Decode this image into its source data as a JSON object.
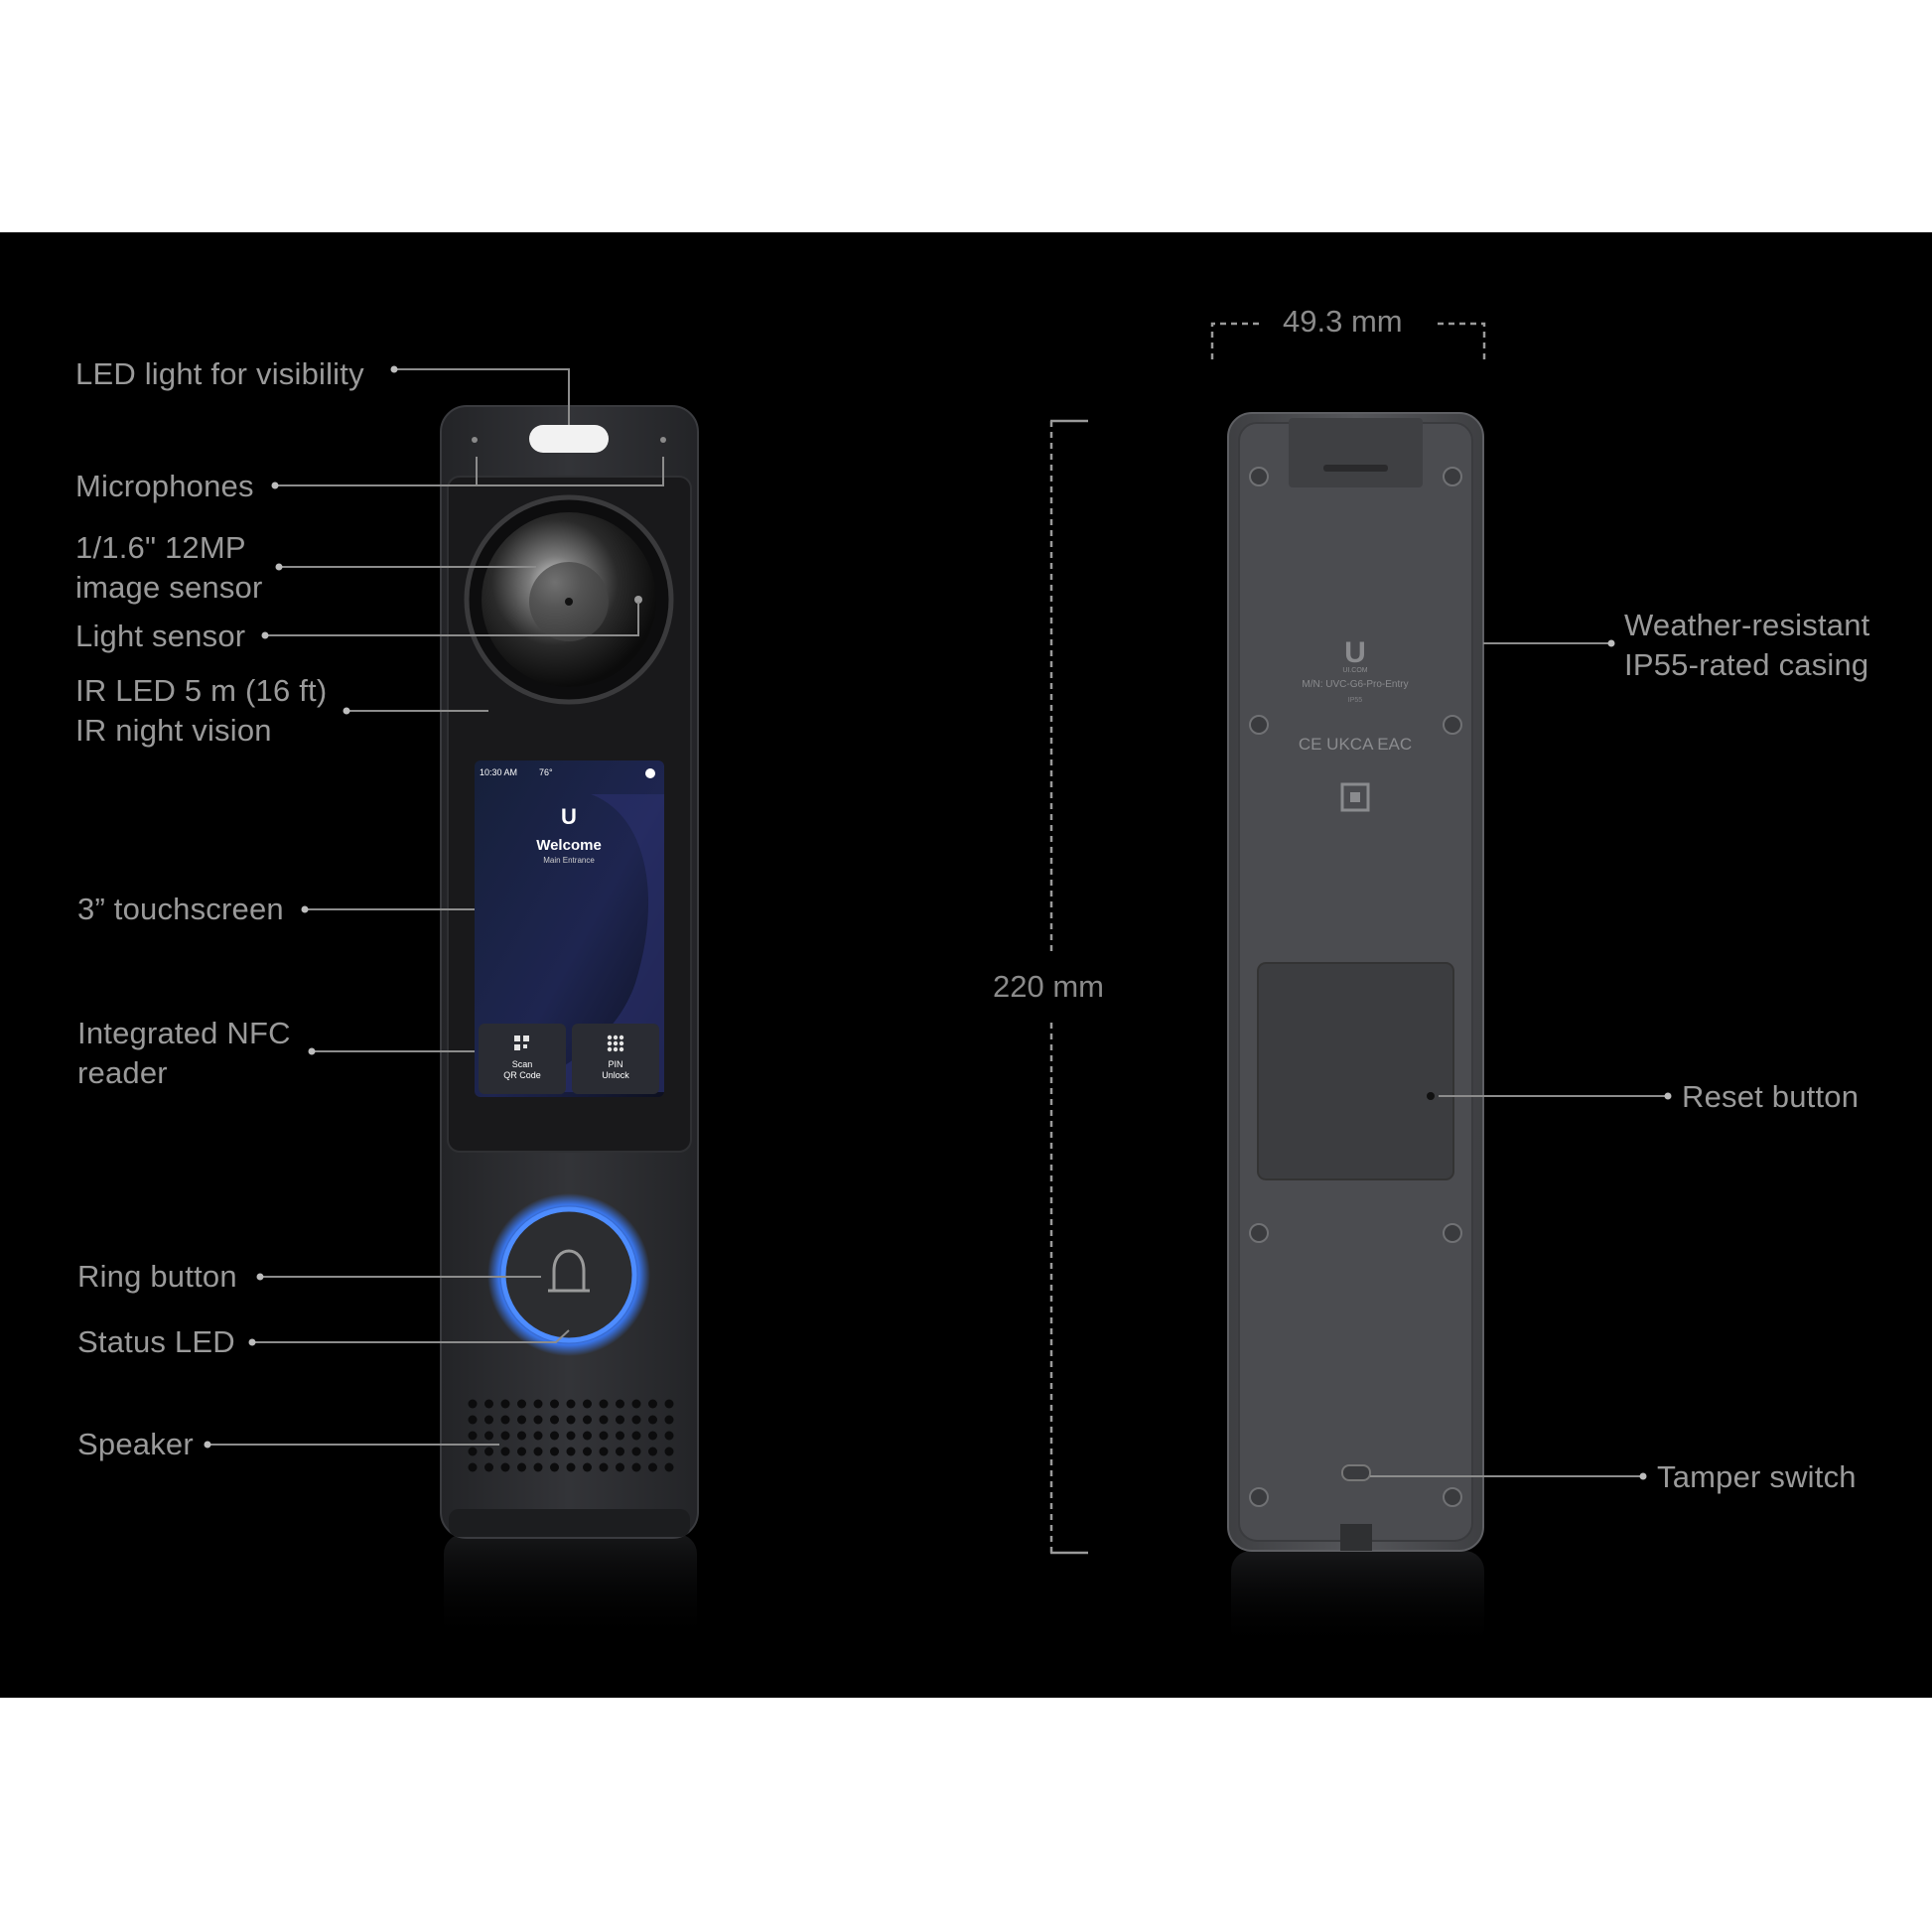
{
  "colors": {
    "background": "#000000",
    "page": "#ffffff",
    "label_text": "#9a9a9a",
    "leader_line": "#8c8c8c",
    "device_front": "#2a2b2e",
    "device_back": "#4a4b4e",
    "ring_led": "#3b7dff"
  },
  "front_labels": [
    {
      "id": "led-light",
      "text": "LED light for visibility"
    },
    {
      "id": "microphones",
      "text": "Microphones"
    },
    {
      "id": "image-sensor",
      "text": "1/1.6\" 12MP\nimage sensor"
    },
    {
      "id": "light-sensor",
      "text": "Light sensor"
    },
    {
      "id": "ir-led",
      "text": "IR LED 5 m (16 ft)\nIR night vision"
    },
    {
      "id": "touchscreen",
      "text": "3” touchscreen"
    },
    {
      "id": "nfc-reader",
      "text": "Integrated NFC\nreader"
    },
    {
      "id": "ring-button",
      "text": "Ring button"
    },
    {
      "id": "status-led",
      "text": "Status LED"
    },
    {
      "id": "speaker",
      "text": "Speaker"
    }
  ],
  "back_labels": [
    {
      "id": "weather-casing",
      "text": "Weather-resistant\nIP55-rated casing"
    },
    {
      "id": "reset-button",
      "text": "Reset button"
    },
    {
      "id": "tamper-switch",
      "text": "Tamper switch"
    }
  ],
  "dimensions": {
    "width": "49.3 mm",
    "height": "220 mm"
  },
  "screen": {
    "time": "10:30 AM",
    "weather": "76°",
    "welcome": "Welcome",
    "location": "Main Entrance",
    "buttons": [
      {
        "id": "scan-qr",
        "icon": "qr-code-icon",
        "label": "Scan\nQR Code"
      },
      {
        "id": "pin-unlock",
        "icon": "keypad-icon",
        "label": "PIN\nUnlock"
      }
    ]
  },
  "back_plate": {
    "brand": "UI.COM",
    "model": "M/N: UVC-G6-Pro-Entry",
    "rating": "IP55",
    "marks": "CE  UKCA  EAC"
  }
}
